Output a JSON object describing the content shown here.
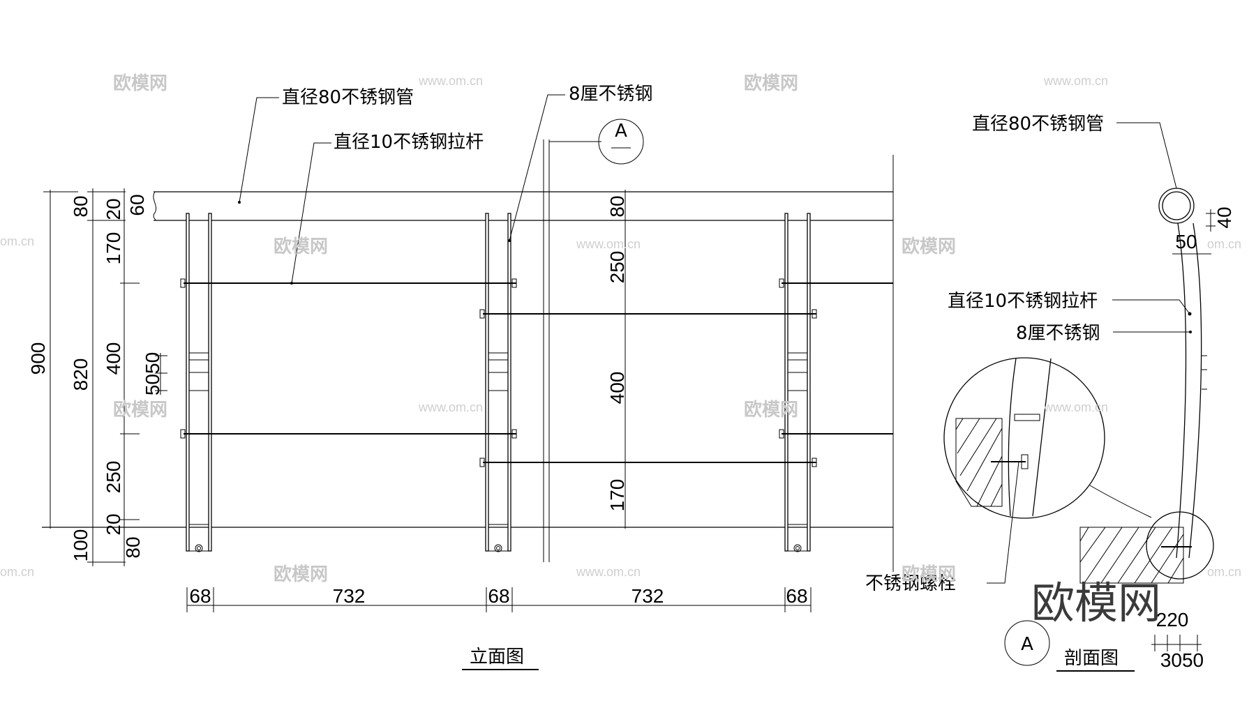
{
  "labels": {
    "pipe80": "直径80不锈钢管",
    "rod10": "直径10不锈钢拉杆",
    "plate8": "8厘不锈钢",
    "bolt": "不锈钢螺栓",
    "section_mark": "A",
    "elevation_title": "立面图",
    "section_title": "剖面图"
  },
  "dims": {
    "left_total": "900",
    "left_inner": "820",
    "left_top": "80",
    "left_bottom": "100",
    "col_80": "80",
    "col_20a": "20",
    "col_170": "170",
    "col_400": "400",
    "col_250": "250",
    "col_20b": "20",
    "col_80b": "80",
    "col_60": "60",
    "col_5050": "5050",
    "mid_80": "80",
    "mid_250": "250",
    "mid_400": "400",
    "mid_170": "170",
    "bottom": [
      "68",
      "732",
      "68",
      "732",
      "68"
    ],
    "sec_40": "40",
    "sec_50": "50",
    "sec_220": "220",
    "sec_3050": "3050"
  },
  "watermark": {
    "name": "欧模网",
    "url": "www.om.cn",
    "url_cut": "om.cn"
  }
}
